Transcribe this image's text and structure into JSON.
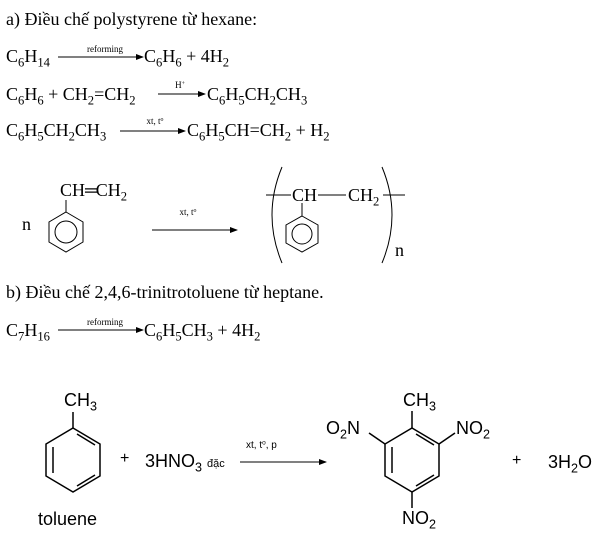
{
  "part_a": {
    "heading": "a) Điều chế polystyrene từ hexane:",
    "eq1": {
      "reactant_C": "C",
      "reactant_6": "6",
      "reactant_H": "H",
      "reactant_14": "14",
      "condition": "reforming",
      "p1_C": "C",
      "p1_6": "6",
      "p1_H": "H",
      "p1_6b": "6",
      "plus": "+ 4H",
      "p2_sub": "2"
    },
    "eq2": {
      "lhs": "C",
      "lhs_6": "6",
      "lhs_H": "H",
      "lhs_6b": "6",
      "plus": "+ CH",
      "sub2a": "2",
      "eq": "=CH",
      "sub2b": "2",
      "condition": "H",
      "condition_sup": "+",
      "rhs_C": "C",
      "rhs_6": "6",
      "rhs_H": "H",
      "rhs_5": "5",
      "rhs_CH": "CH",
      "rhs_2": "2",
      "rhs_CH3": "CH",
      "rhs_3": "3"
    },
    "eq3": {
      "lhs_C": "C",
      "lhs_6": "6",
      "lhs_H": "H",
      "lhs_5": "5",
      "lhs_CH": "CH",
      "lhs_2": "2",
      "lhs_CH3": "CH",
      "lhs_3": "3",
      "condition": "xt, t",
      "condition_sup": "o",
      "rhs_C": "C",
      "rhs_6": "6",
      "rhs_H": "H",
      "rhs_5": "5",
      "rhs_CH": "CH=CH",
      "rhs_2": "2",
      "plus": "+ H",
      "plus_sub": "2"
    },
    "polymer": {
      "coef": "n",
      "monomer_vinyl": "CH",
      "monomer_dbl": "═",
      "monomer_ch2": "CH",
      "monomer_ch2_sub": "2",
      "condition": "xt, t",
      "condition_sup": "o",
      "unit_ch": "CH",
      "unit_dash": "—",
      "unit_ch2": "CH",
      "unit_ch2_sub": "2",
      "subscript_n": "n"
    }
  },
  "part_b": {
    "heading": "b) Điều chế 2,4,6-trinitrotoluene từ heptane.",
    "eq1": {
      "C": "C",
      "c7": "7",
      "H": "H",
      "h16": "16",
      "condition": "reforming",
      "rhs_C": "C",
      "rhs_6": "6",
      "rhs_H": "H",
      "rhs_5": "5",
      "rhs_CH": "CH",
      "rhs_3": "3",
      "plus": "+ 4H",
      "plus_sub": "2"
    },
    "tnt": {
      "toluene_ch3": "CH",
      "toluene_ch3_sub": "3",
      "toluene_name": "toluene",
      "plus1": "+",
      "hno3": "3HNO",
      "hno3_sub": "3",
      "hno3_note": "đặc",
      "condition": "xt, t",
      "condition_sup": "o",
      "condition_tail": ", p",
      "product_ch3": "CH",
      "product_ch3_sub": "3",
      "no2_left_O": "O",
      "no2_left_2": "2",
      "no2_left_N": "N",
      "no2_right": "NO",
      "no2_right_sub": "2",
      "no2_bottom": "NO",
      "no2_bottom_sub": "2",
      "plus2": "+",
      "water": "3H",
      "water_sub": "2",
      "water_O": "O"
    }
  }
}
